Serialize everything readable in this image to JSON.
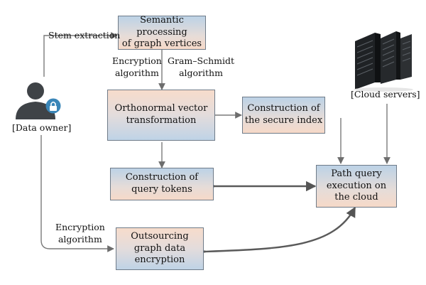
{
  "nodes": {
    "semantic": "Semantic processing\nof graph vertices",
    "orthonormal": "Orthonormal vector\ntransformation",
    "secure_index": "Construction of\nthe secure index",
    "query_tokens": "Construction of\nquery tokens",
    "path_query": "Path query\nexecution on\nthe cloud",
    "outsourcing": "Outsourcing\ngraph data\nencryption"
  },
  "actors": {
    "data_owner": "[Data owner]",
    "cloud_servers": "[Cloud servers]"
  },
  "edge_labels": {
    "stem_extraction": "Stem extraction",
    "encryption_algorithm_top": "Encryption\nalgorithm",
    "gram_schmidt": "Gram–Schmidt\nalgorithm",
    "encryption_algorithm_bottom": "Encryption\nalgorithm"
  },
  "icons": {
    "data_owner": "user-lock-icon",
    "cloud_servers": "server-rack-icon"
  }
}
